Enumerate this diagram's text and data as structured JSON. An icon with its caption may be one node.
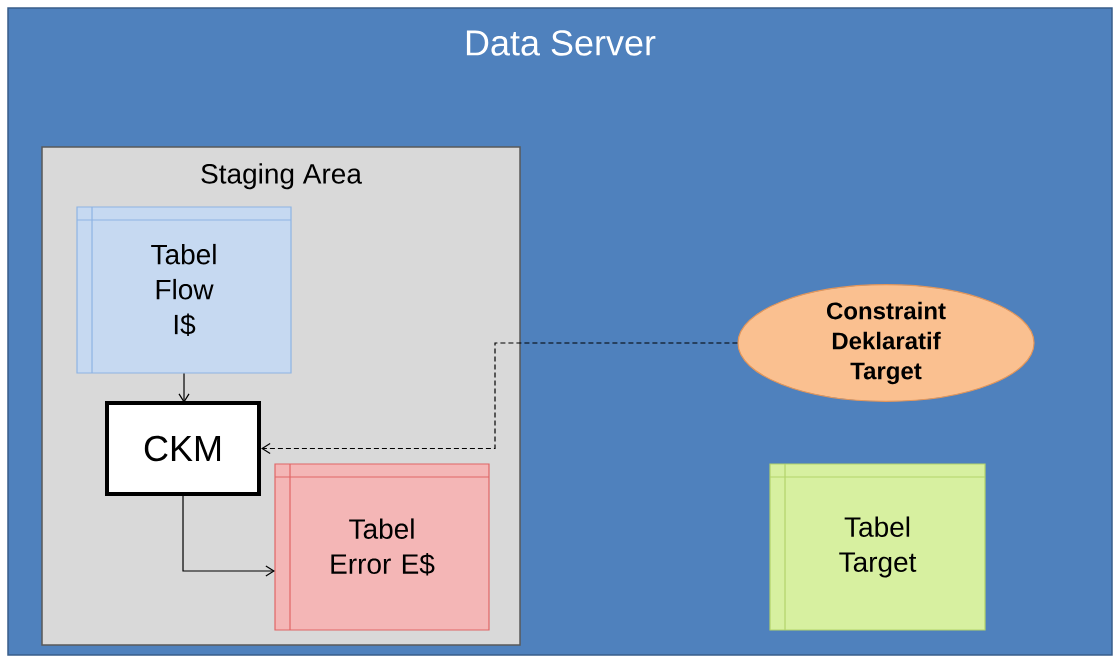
{
  "diagram": {
    "nodes": [
      {
        "text": [
          "Data Server"
        ]
      },
      {
        "text": [
          "Staging Area"
        ],
        "in": 0
      },
      {
        "text": [
          "Tabel Flow I$"
        ],
        "in": 1
      },
      {
        "text": [
          "CKM"
        ],
        "in": 1
      },
      {
        "text": [
          "Tabel Error E$"
        ],
        "in": 1
      },
      {
        "text": [
          "Constraint Deklaratif Target"
        ],
        "in": 0
      },
      {
        "text": [
          "Tabel Target"
        ],
        "in": 0
      }
    ],
    "edges": [
      {
        "from": 2,
        "to": 3,
        "arrow": "to"
      },
      {
        "from": 3,
        "to": 4,
        "arrow": "to"
      },
      {
        "from": 5,
        "to": 3,
        "arrow": "to",
        "style": "dashed"
      }
    ]
  }
}
